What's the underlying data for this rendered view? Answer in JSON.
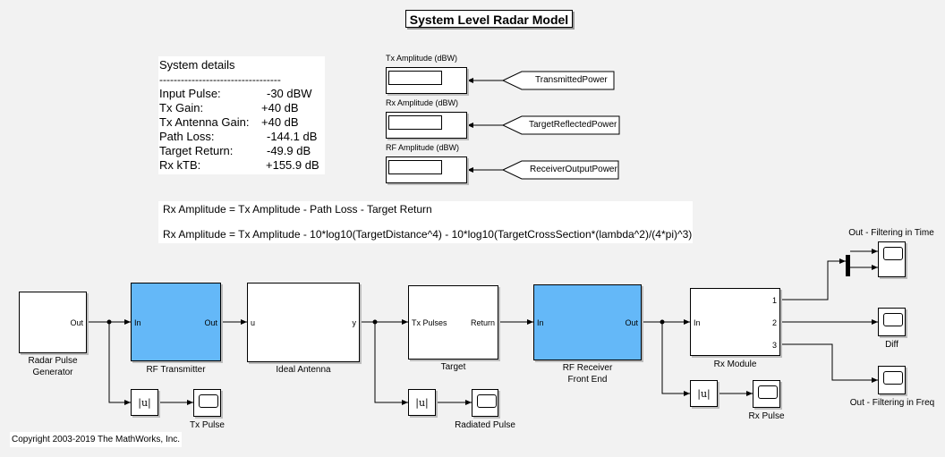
{
  "title": "System Level Radar Model",
  "system_details": {
    "heading": "System details",
    "separator": "----------------------------------",
    "rows": [
      {
        "label": "Input Pulse:",
        "value": "-30 dBW"
      },
      {
        "label": "Tx Gain:",
        "value": "+40 dB"
      },
      {
        "label": "Tx Antenna Gain:",
        "value": "+40 dB"
      },
      {
        "label": "Path Loss:",
        "value": "-144.1 dB"
      },
      {
        "label": "Target Return:",
        "value": "-49.9 dB"
      },
      {
        "label": "Rx kTB:",
        "value": "+155.9 dB"
      }
    ]
  },
  "displays": {
    "tx": {
      "label": "Tx Amplitude (dBW)",
      "source": "TransmittedPower"
    },
    "rx": {
      "label": "Rx Amplitude (dBW)",
      "source": "TargetReflectedPower"
    },
    "rf": {
      "label": "RF Amplitude (dBW)",
      "source": "ReceiverOutputPower"
    }
  },
  "equations": [
    "Rx Amplitude = Tx Amplitude - Path Loss - Target Return",
    "Rx Amplitude = Tx Amplitude - 10*log10(TargetDistance^4) - 10*log10(TargetCrossSection*(lambda^2)/(4*pi)^3)"
  ],
  "blocks": {
    "pulse_gen": {
      "label1": "Radar Pulse",
      "label2": "Generator",
      "out": "Out"
    },
    "rf_tx": {
      "label": "RF Transmitter",
      "in": "In",
      "out": "Out"
    },
    "antenna": {
      "label": "Ideal Antenna",
      "in": "u",
      "out": "y"
    },
    "target": {
      "label": "Target",
      "in": "Tx Pulses",
      "out": "Return"
    },
    "rf_rx": {
      "label1": "RF Receiver",
      "label2": "Front End",
      "in": "In",
      "out": "Out"
    },
    "rx_module": {
      "label": "Rx Module",
      "in": "In",
      "out1": "1",
      "out2": "2",
      "out3": "3"
    }
  },
  "abs_symbol": "|u|",
  "scopes": {
    "tx_pulse": "Tx Pulse",
    "radiated_pulse": "Radiated Pulse",
    "rx_pulse": "Rx Pulse",
    "filter_time": "Out - Filtering in Time",
    "diff": "Diff",
    "filter_freq": "Out - Filtering in Freq"
  },
  "copyright": "Copyright 2003-2019 The MathWorks, Inc."
}
